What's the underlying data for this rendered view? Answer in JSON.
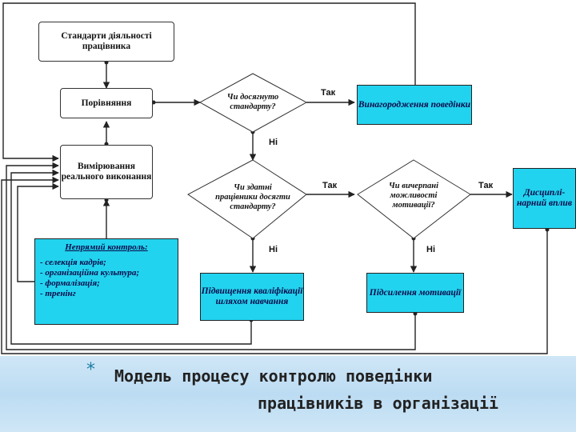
{
  "nodes": {
    "standards": "Стандарти діяльності працівника",
    "comparison": "Порівняння",
    "measurement": "Вимірювання реального виконання",
    "q_standard_reached": "Чи досягнуто стандарту?",
    "q_able_to_reach": "Чи здатні працівники досягти стандарту?",
    "q_motivation_exhausted": "Чи вичерпані можливості мотивації?",
    "reward_behavior": "Винагородження поведінки",
    "disciplinary_action": "Дисциплі-нарний вплив",
    "skill_upgrade": "Підвищення кваліфікації шляхом навчання",
    "motivation_boost": "Підсилення мотивації"
  },
  "direct_control": {
    "title": "Непрямий контроль:",
    "items": [
      "- селекція кадрів;",
      "- організаційна культура;",
      "- формалізація;",
      "- тренінг"
    ]
  },
  "labels": {
    "yes": "Так",
    "no": "Ні"
  },
  "caption": {
    "marker": "*",
    "line1": "Модель процесу контролю поведінки",
    "line2": "працівників в організації"
  },
  "colors": {
    "accent_box": "#22d3ef",
    "caption_band": "#bcdcf3"
  }
}
